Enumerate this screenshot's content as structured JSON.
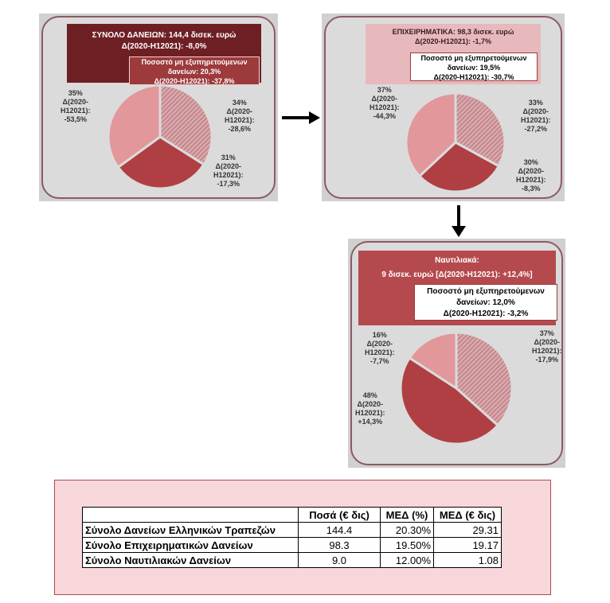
{
  "colors": {
    "dark_title": "#6e1f24",
    "npl_red": "#9d3a3c",
    "pink_title": "#e7b9bc",
    "slice_pink": "#e2979b",
    "slice_hatch": "#c98a8f",
    "slice_red": "#b03f43"
  },
  "panels": [
    {
      "title": [
        "ΣΥΝΟΛΟ ΔΑΝΕΙΩΝ: 144,4 δισεκ. ευρώ",
        "Δ(2020-H12021): -8,0%"
      ],
      "npl": [
        "Ποσοστό μη εξυπηρετούμενων",
        "δανείων: 20,3%",
        "Δ(2020-H12021): -37,8%"
      ],
      "labels": [
        [
          "35%",
          "Δ(2020-",
          "H12021):",
          "-53,5%"
        ],
        [
          "34%",
          "Δ(2020-",
          "H12021):",
          "-28,6%"
        ],
        [
          "31%",
          "Δ(2020-",
          "H12021):",
          "-17,3%"
        ]
      ]
    },
    {
      "title": [
        "ΕΠΙΧΕΙΡΗΜΑΤΙΚΑ: 98,3 δισεκ. ευρώ",
        "Δ(2020-H12021): -1,7%"
      ],
      "npl": [
        "Ποσοστό μη εξυπηρετούμενων",
        "δανείων: 19,5%",
        "Δ(2020-H12021): -30,7%"
      ],
      "labels": [
        [
          "37%",
          "Δ(2020-",
          "H12021):",
          "-44,3%"
        ],
        [
          "33%",
          "Δ(2020-",
          "H12021):",
          "-27,2%"
        ],
        [
          "30%",
          "Δ(2020-",
          "H12021):",
          "-8,3%"
        ]
      ]
    },
    {
      "title": [
        "Ναυτιλιακά:",
        "9 δισεκ. ευρώ [Δ(2020-H12021): +12,4%]"
      ],
      "npl": [
        "Ποσοστό μη εξυπηρετούμενων",
        "δανείων: 12,0%",
        "Δ(2020-H12021): -3,2%"
      ],
      "labels": [
        [
          "16%",
          "Δ(2020-",
          "H12021):",
          "-7,7%"
        ],
        [
          "37%",
          "Δ(2020-",
          "H12021):",
          "-17,9%"
        ],
        [
          "48%",
          "Δ(2020-",
          "H12021):",
          "+14,3%"
        ]
      ]
    }
  ],
  "chart_data": [
    {
      "type": "pie",
      "title": "ΣΥΝΟΛΟ ΔΑΝΕΙΩΝ: 144,4 δισεκ. ευρώ",
      "slices": [
        {
          "label": "35%",
          "value": 35,
          "change": "-53,5%",
          "style": "pink"
        },
        {
          "label": "34%",
          "value": 34,
          "change": "-28,6%",
          "style": "hatch"
        },
        {
          "label": "31%",
          "value": 31,
          "change": "-17,3%",
          "style": "red"
        }
      ],
      "start_angle": 0,
      "order": [
        1,
        2,
        0
      ]
    },
    {
      "type": "pie",
      "title": "ΕΠΙΧΕΙΡΗΜΑΤΙΚΑ: 98,3 δισεκ. ευρώ",
      "slices": [
        {
          "label": "37%",
          "value": 37,
          "change": "-44,3%",
          "style": "pink"
        },
        {
          "label": "33%",
          "value": 33,
          "change": "-27,2%",
          "style": "hatch"
        },
        {
          "label": "30%",
          "value": 30,
          "change": "-8,3%",
          "style": "red"
        }
      ],
      "start_angle": 0,
      "order": [
        1,
        2,
        0
      ]
    },
    {
      "type": "pie",
      "title": "Ναυτιλιακά: 9 δισεκ. ευρώ",
      "slices": [
        {
          "label": "16%",
          "value": 16,
          "change": "-7,7%",
          "style": "pink"
        },
        {
          "label": "37%",
          "value": 37,
          "change": "-17,9%",
          "style": "hatch"
        },
        {
          "label": "48%",
          "value": 48,
          "change": "+14,3%",
          "style": "red"
        }
      ],
      "start_angle": 0,
      "order": [
        1,
        2,
        0
      ]
    }
  ],
  "table": {
    "headers": [
      "",
      "Ποσά (€ δις)",
      "ΜΕΔ (%)",
      "ΜΕΔ (€ δις)"
    ],
    "rows": [
      [
        "Σύνολο Δανείων Ελληνικών Τραπεζών",
        "144.4",
        "20.30%",
        "29.31"
      ],
      [
        "Σύνολο Επιχειρηματικών Δανείων",
        "98.3",
        "19.50%",
        "19.17"
      ],
      [
        "Σύνολο Ναυτιλιακών Δανείων",
        "9.0",
        "12.00%",
        "1.08"
      ]
    ]
  }
}
